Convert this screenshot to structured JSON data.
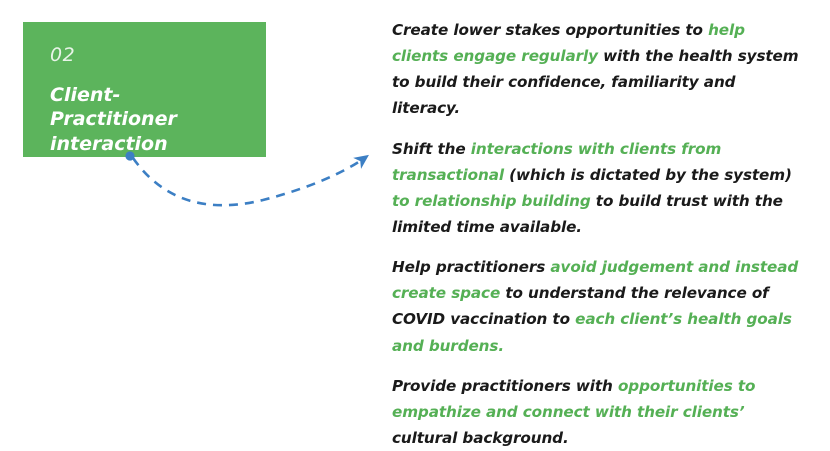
{
  "card": {
    "number": "02",
    "title": "Client-Practitioner interaction",
    "background_color": "#5cb45c",
    "number_color": "#e8f4e8",
    "title_color": "#ffffff"
  },
  "connector": {
    "type": "curved-dashed-arrow",
    "color": "#3c7fc4",
    "start_dot": "filled-circle",
    "end_marker": "arrowhead"
  },
  "colors": {
    "highlight_green": "#55b055",
    "body_text": "#1a1a1a",
    "accent_blue": "#3c7fc4",
    "card_green": "#5cb45c"
  },
  "paragraphs": [
    {
      "id": "paragraph-1",
      "segments": [
        {
          "text": "Create lower stakes opportunities to ",
          "highlight": false
        },
        {
          "text": "help clients engage regularly",
          "highlight": true
        },
        {
          "text": " with the health system to build their confidence, familiarity and literacy.",
          "highlight": false
        }
      ]
    },
    {
      "id": "paragraph-2",
      "segments": [
        {
          "text": "Shift the ",
          "highlight": false
        },
        {
          "text": "interactions with clients from transactional",
          "highlight": true
        },
        {
          "text": " (which is dictated by the system) ",
          "highlight": false
        },
        {
          "text": "to relationship building",
          "highlight": true
        },
        {
          "text": " to build trust with the limited time available.",
          "highlight": false
        }
      ]
    },
    {
      "id": "paragraph-3",
      "segments": [
        {
          "text": "Help practitioners ",
          "highlight": false
        },
        {
          "text": "avoid judgement and instead create space",
          "highlight": true
        },
        {
          "text": " to understand the relevance of COVID vaccination to ",
          "highlight": false
        },
        {
          "text": "each client’s health goals and burdens.",
          "highlight": true
        }
      ]
    },
    {
      "id": "paragraph-4",
      "segments": [
        {
          "text": "Provide practitioners with ",
          "highlight": false
        },
        {
          "text": "opportunities to empathize and connect with their clients’",
          "highlight": true
        },
        {
          "text": " cultural background.",
          "highlight": false
        }
      ]
    }
  ]
}
